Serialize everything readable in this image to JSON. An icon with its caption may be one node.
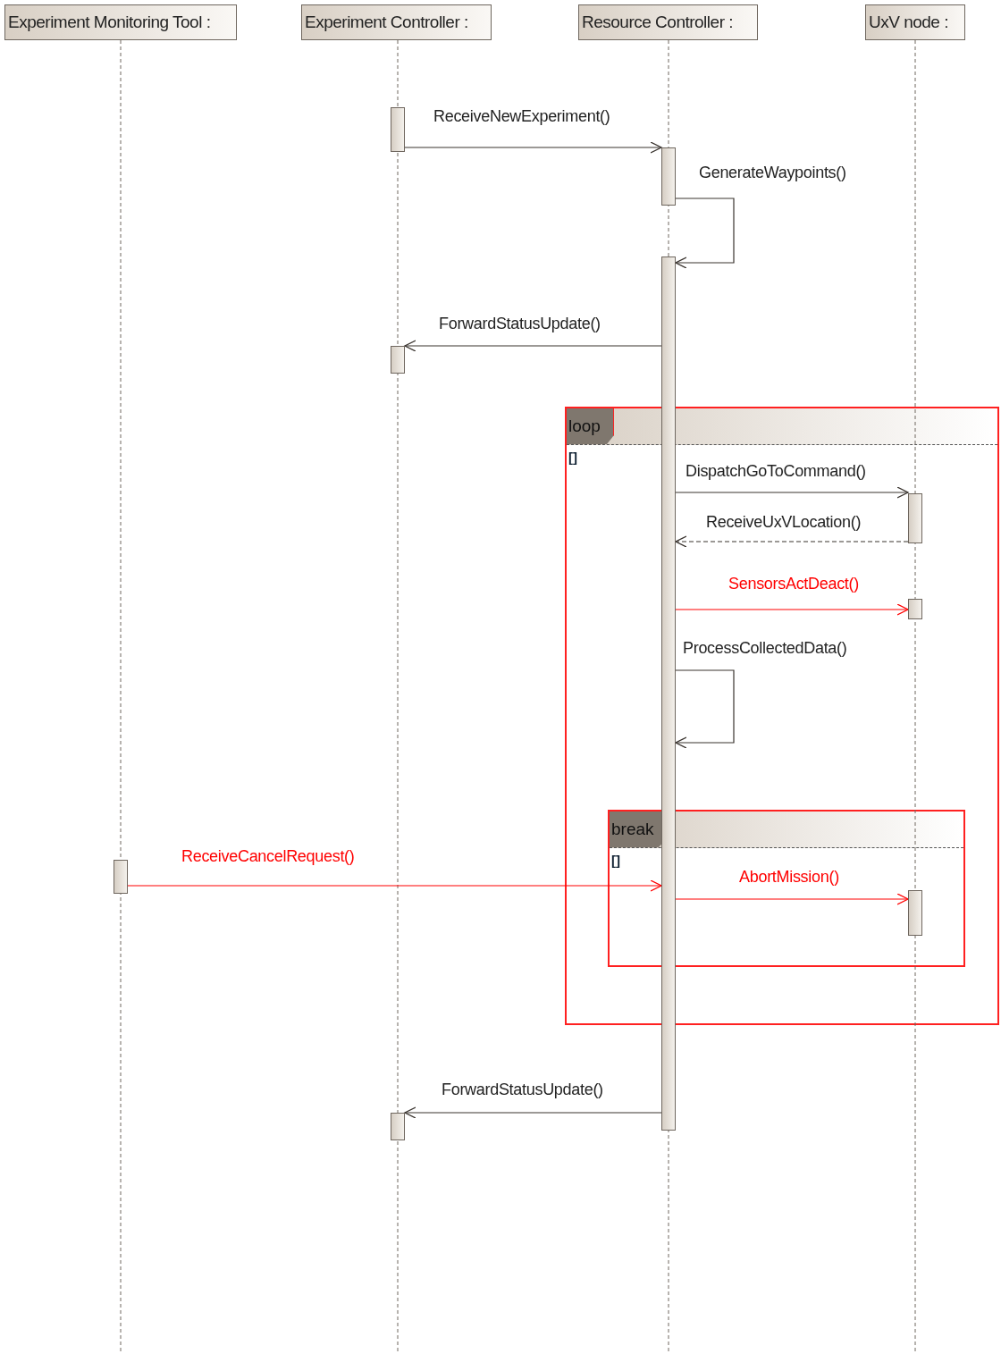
{
  "diagram": {
    "nodes": [
      {
        "text": [
          "Experiment Monitoring Tool :"
        ]
      },
      {
        "text": [
          "Experiment Controller :"
        ]
      },
      {
        "text": [
          "Resource Controller :"
        ]
      },
      {
        "text": [
          "UxV node :"
        ]
      },
      {
        "text": [],
        "shape": "bar"
      },
      {
        "text": [],
        "shape": "bar"
      },
      {
        "text": [],
        "shape": "bar"
      },
      {
        "text": [],
        "shape": "bar"
      },
      {
        "text": [
          "loop",
          "[]"
        ]
      },
      {
        "text": [],
        "shape": "bar",
        "in": 8
      },
      {
        "text": [],
        "shape": "bar",
        "in": 8
      },
      {
        "text": [
          "break",
          "[]"
        ],
        "in": 8
      },
      {
        "text": [],
        "shape": "bar"
      },
      {
        "text": [],
        "shape": "bar",
        "in": 11
      },
      {
        "text": [],
        "shape": "bar"
      }
    ],
    "edges": [
      {
        "from": 4,
        "to": 5,
        "arrow": "to",
        "label": "ReceiveNewExperiment()"
      },
      {
        "from": 5,
        "to": 6,
        "arrow": "to",
        "label": "GenerateWaypoints()"
      },
      {
        "from": 6,
        "to": 7,
        "arrow": "to",
        "label": "ForwardStatusUpdate()"
      },
      {
        "from": 6,
        "to": 9,
        "arrow": "to",
        "label": "DispatchGoToCommand()"
      },
      {
        "from": 9,
        "to": 6,
        "arrow": "to",
        "label": "ReceiveUxVLocation()",
        "style": "dashed"
      },
      {
        "from": 6,
        "to": 10,
        "arrow": "to",
        "label": "SensorsActDeact()",
        "color": "#ff0000"
      },
      {
        "from": 6,
        "to": 6,
        "arrow": "to",
        "label": "ProcessCollectedData()"
      },
      {
        "from": 12,
        "to": 6,
        "arrow": "to",
        "label": "ReceiveCancelRequest()",
        "color": "#ff0000"
      },
      {
        "from": 6,
        "to": 13,
        "arrow": "to",
        "label": "AbortMission()",
        "color": "#ff0000"
      },
      {
        "from": 6,
        "to": 14,
        "arrow": "to",
        "label": "ForwardStatusUpdate()"
      }
    ]
  }
}
